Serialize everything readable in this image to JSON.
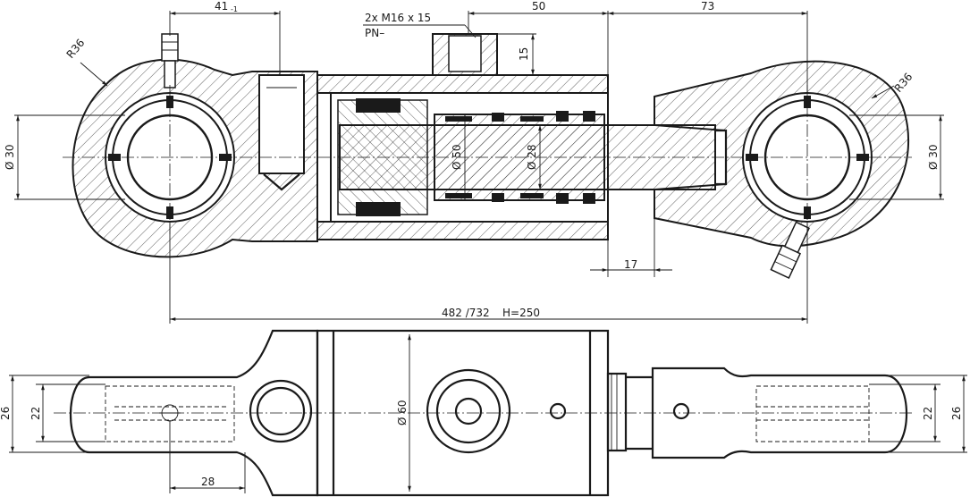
{
  "drawing": {
    "top_view": {
      "dim_41": "41",
      "dim_41_tol": "-1",
      "thread_note": "2x M16 x 15",
      "pn_note": "PN–",
      "dim_50": "50",
      "dim_73": "73",
      "dim_15": "15",
      "radius_left": "R36",
      "radius_right": "R36",
      "dia_30_left": "Ø 30",
      "dia_30_right": "Ø 30",
      "dia_50": "Ø 50",
      "dia_28": "Ø 28",
      "dim_17": "17",
      "overall_length": "482 /732",
      "stroke": "H=250"
    },
    "bottom_view": {
      "dim_26_left": "26",
      "dim_22_left": "22",
      "dia_60": "Ø 60",
      "dim_22_right": "22",
      "dim_26_right": "26",
      "dim_28": "28"
    }
  }
}
